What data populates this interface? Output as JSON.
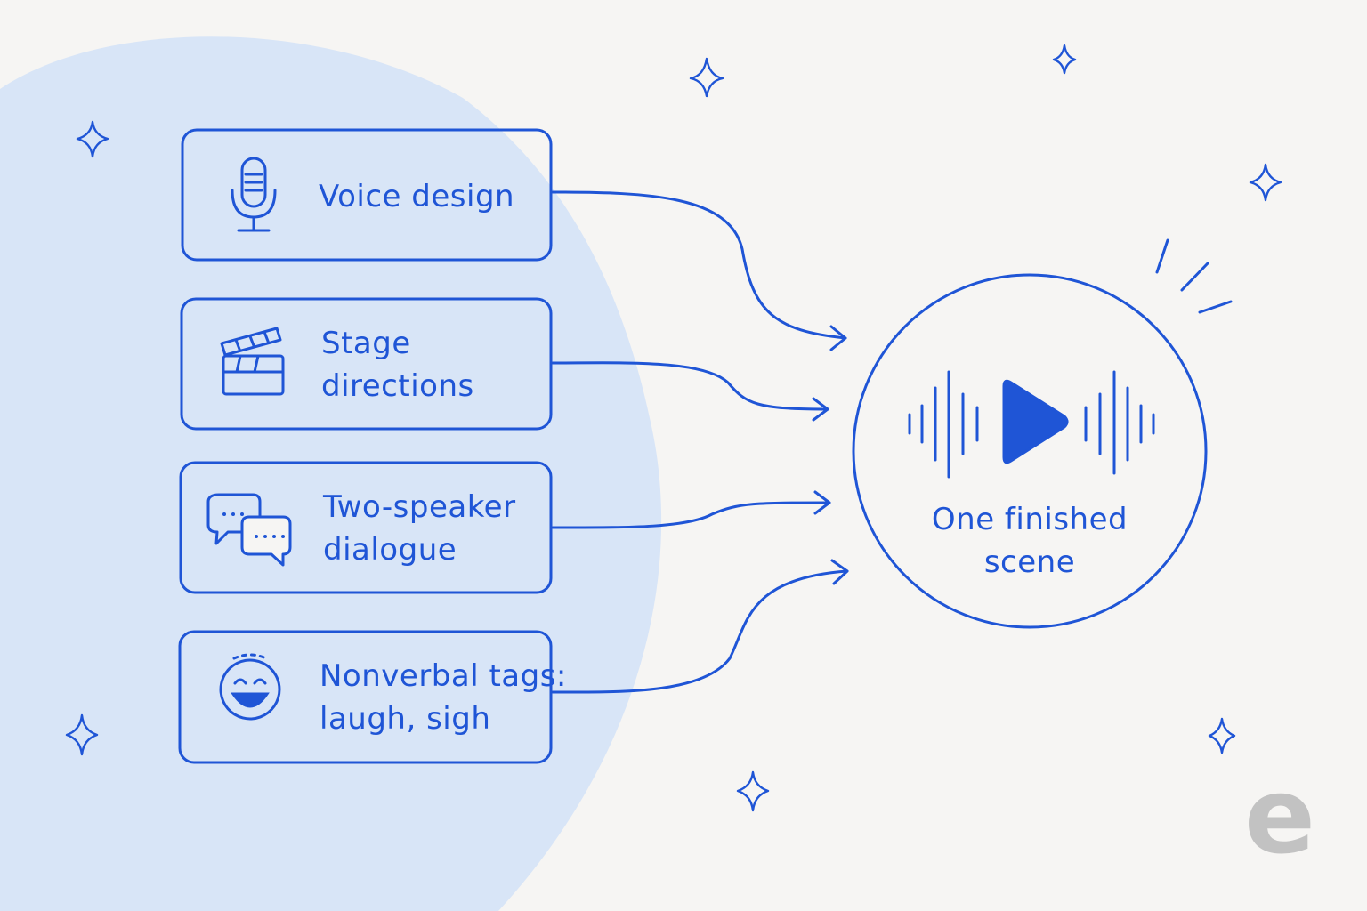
{
  "colors": {
    "background": "#f6f5f3",
    "blob": "#d8e5f7",
    "accent": "#1f55d6"
  },
  "inputs": [
    {
      "icon": "microphone-icon",
      "lines": [
        "Voice design"
      ]
    },
    {
      "icon": "clapperboard-icon",
      "lines": [
        "Stage",
        "directions"
      ]
    },
    {
      "icon": "speech-bubbles-icon",
      "lines": [
        "Two-speaker",
        "dialogue"
      ]
    },
    {
      "icon": "laughing-face-icon",
      "lines": [
        "Nonverbal tags:",
        "laugh, sigh"
      ]
    }
  ],
  "output": {
    "icon": "waveform-play-icon",
    "lines": [
      "One finished",
      "scene"
    ]
  },
  "logo": {
    "text": "e"
  }
}
